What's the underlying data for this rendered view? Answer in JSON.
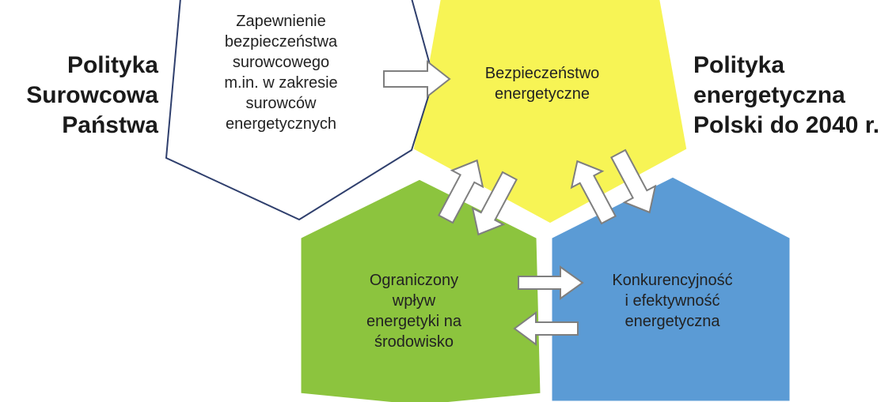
{
  "titles": {
    "left": [
      "Polityka",
      "Surowcowa",
      "Państwa"
    ],
    "right": [
      "Polityka",
      "energetyczna",
      "Polski do 2040 r."
    ]
  },
  "hexagons": {
    "white": {
      "lines": [
        "Zapewnienie",
        "bezpieczeństwa",
        "surowcowego",
        "m.in. w zakresie",
        "surowców",
        "energetycznych"
      ],
      "fill": "#ffffff",
      "stroke": "#2f3f6d"
    },
    "yellow": {
      "lines": [
        "Bezpieczeństwo",
        "energetyczne"
      ],
      "fill": "#f7f455",
      "stroke": "#ffffff"
    },
    "green": {
      "lines": [
        "Ograniczony",
        "wpływ",
        "energetyki na",
        "środowisko"
      ],
      "fill": "#8cc43e",
      "stroke": "#ffffff"
    },
    "blue": {
      "lines": [
        "Konkurencyjność",
        "i efektywność",
        "energetyczna"
      ],
      "fill": "#5b9bd5",
      "stroke": "#ffffff"
    }
  },
  "colors": {
    "arrow_fill": "#ffffff",
    "arrow_stroke": "#7f7f7f",
    "white_hex_border": "#2f3f6d"
  }
}
